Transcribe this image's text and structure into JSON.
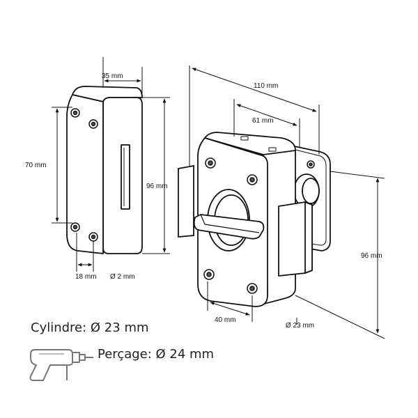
{
  "dimensions": {
    "block_width": "35 mm",
    "block_inner_height": "70 mm",
    "block_height": "96 mm",
    "block_hole_offset": "18 mm",
    "block_hole_diameter": "Ø 2 mm",
    "lock_width": "110 mm",
    "lock_body_width": "61 mm",
    "lock_height": "96 mm",
    "lock_hole_spacing": "40 mm",
    "lock_cylinder_diameter": "Ø 23 mm"
  },
  "specs": {
    "cylinder": "Cylindre: Ø 23 mm",
    "drilling": "Perçage: Ø 24 mm"
  },
  "icons": {
    "drill": "drill-icon"
  },
  "colors": {
    "line": "#111111",
    "text": "#222222",
    "background": "#ffffff"
  }
}
